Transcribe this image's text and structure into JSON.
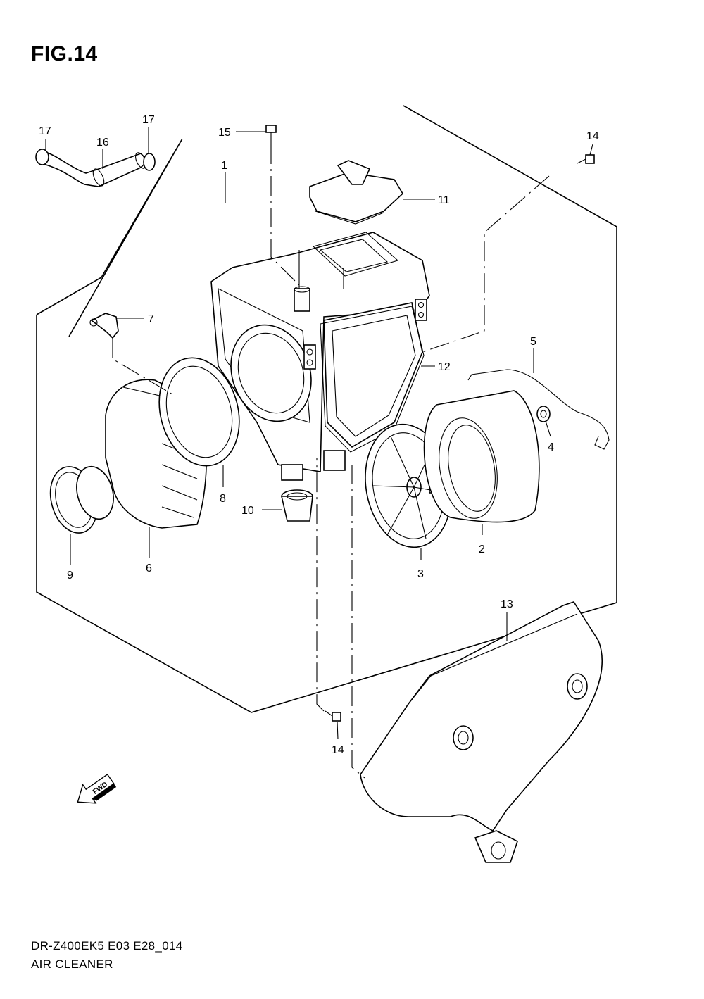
{
  "figure": {
    "title": "FIG.14",
    "model_code": "DR-Z400EK5 E03 E28_014",
    "name": "AIR CLEANER"
  },
  "callouts": [
    {
      "id": "c1",
      "label": "1"
    },
    {
      "id": "c2",
      "label": "2"
    },
    {
      "id": "c3",
      "label": "3"
    },
    {
      "id": "c4",
      "label": "4"
    },
    {
      "id": "c5",
      "label": "5"
    },
    {
      "id": "c6",
      "label": "6"
    },
    {
      "id": "c7",
      "label": "7"
    },
    {
      "id": "c8",
      "label": "8"
    },
    {
      "id": "c9",
      "label": "9"
    },
    {
      "id": "c10",
      "label": "10"
    },
    {
      "id": "c11",
      "label": "11"
    },
    {
      "id": "c12",
      "label": "12"
    },
    {
      "id": "c13",
      "label": "13"
    },
    {
      "id": "c14a",
      "label": "14"
    },
    {
      "id": "c14b",
      "label": "14"
    },
    {
      "id": "c15",
      "label": "15"
    },
    {
      "id": "c16",
      "label": "16"
    },
    {
      "id": "c17a",
      "label": "17"
    },
    {
      "id": "c17b",
      "label": "17"
    }
  ],
  "fwd_arrow": {
    "label": "FWD"
  }
}
